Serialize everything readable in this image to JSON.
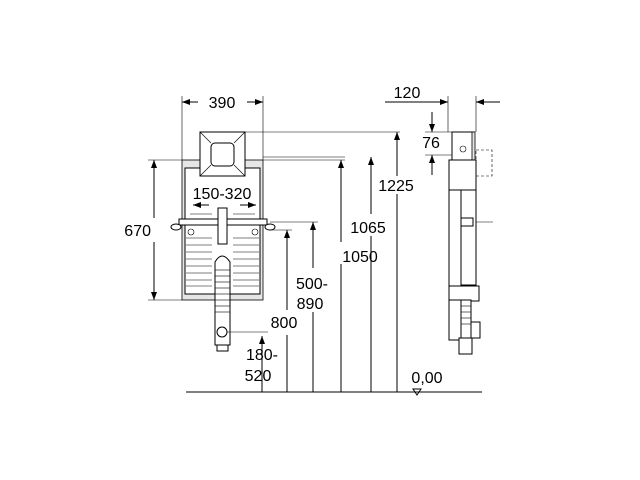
{
  "drawing": {
    "front_view": {
      "width_label": "390",
      "height_label": "670",
      "bracket_range_label": "150-320"
    },
    "heights": {
      "h1225": "1225",
      "h1065": "1065",
      "h1050": "1050",
      "h500_890_a": "500-",
      "h500_890_b": "890",
      "h800": "800",
      "h180_520_a": "180-",
      "h180_520_b": "520"
    },
    "side_view": {
      "depth_label": "120",
      "offset_label": "76"
    },
    "floor_label": "0,00"
  }
}
